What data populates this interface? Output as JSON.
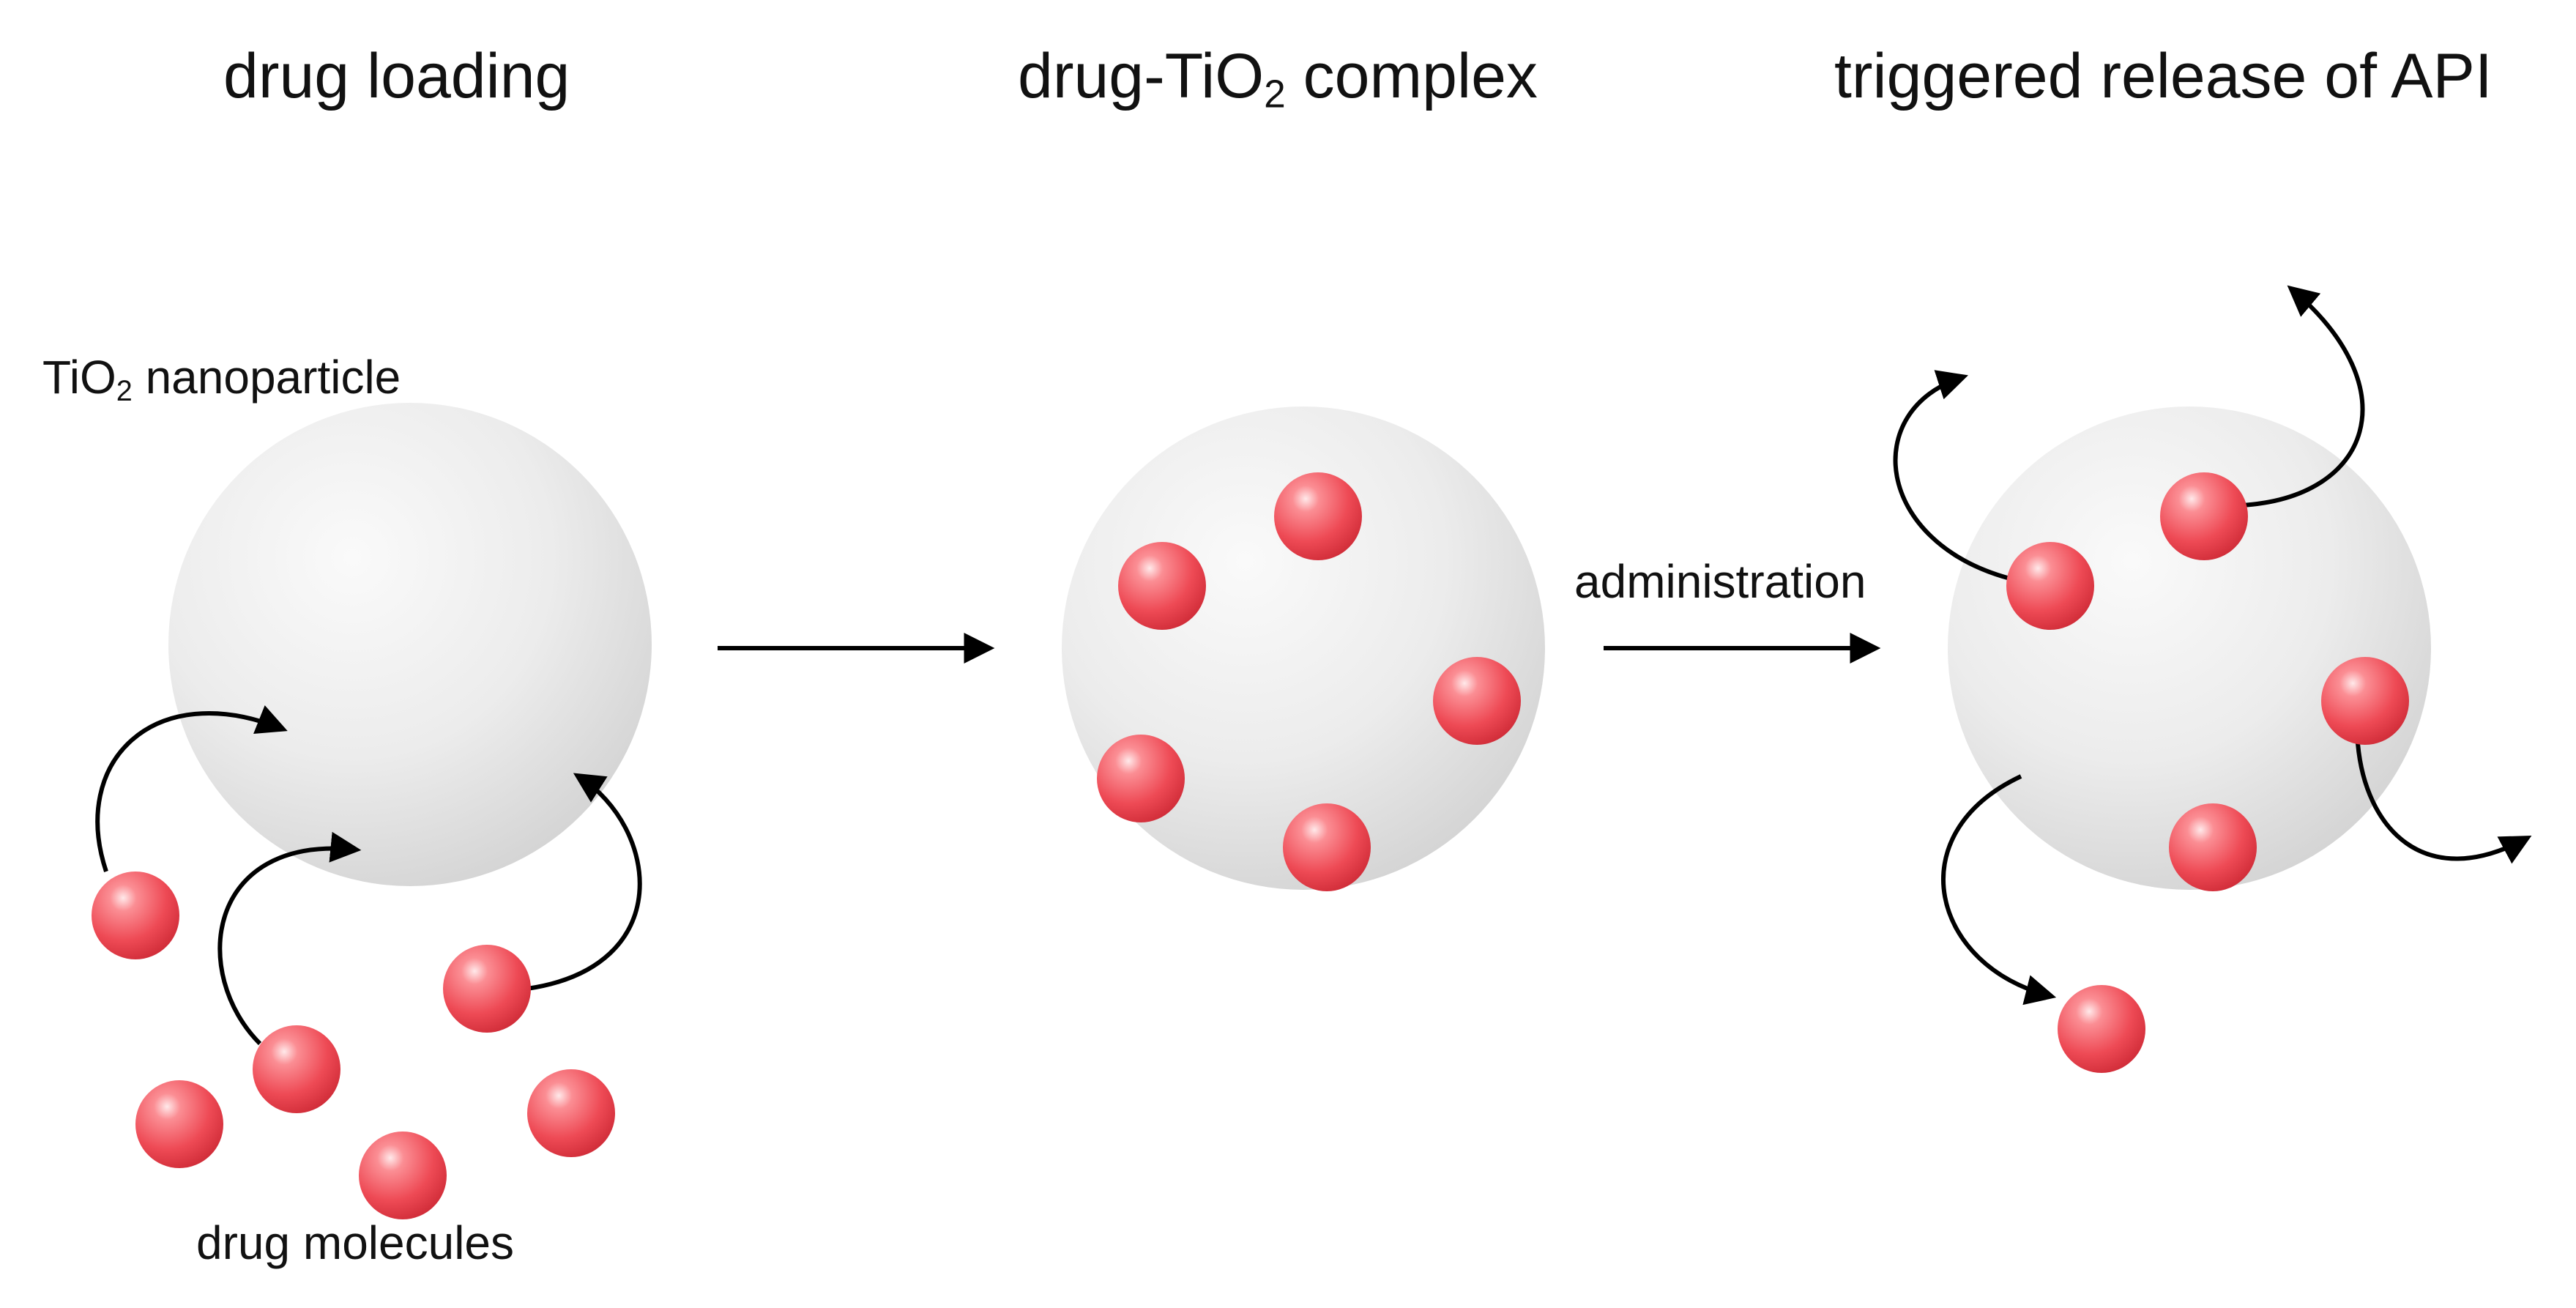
{
  "titles": {
    "loading": "drug loading",
    "complex_prefix": "drug-TiO",
    "complex_subscript": "2",
    "complex_suffix": " complex",
    "release": "triggered release of API"
  },
  "labels": {
    "nanoparticle_prefix": "TiO",
    "nanoparticle_subscript": "2",
    "nanoparticle_suffix": " nanoparticle",
    "drug_molecules": "drug molecules",
    "administration": "administration"
  },
  "colors": {
    "nanoparticle": "#e6e6e6",
    "drug": "#f0505a",
    "arrow": "#000000",
    "text": "#111111"
  }
}
